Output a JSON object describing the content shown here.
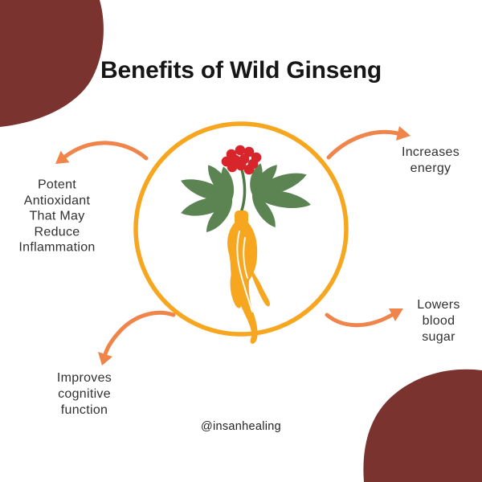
{
  "title": "Benefits of Wild Ginseng",
  "benefits": {
    "top_left": "Potent\nAntioxidant\nThat May\nReduce\nInflammation",
    "top_right": "Increases\nenergy",
    "bottom_right": "Lowers\nblood sugar",
    "bottom_left": "Improves\ncognitive\nfunction"
  },
  "footer": {
    "handle": "@insanhealing"
  },
  "illustration": {
    "subject": "wild-ginseng-plant",
    "elements": [
      "red-berry-cluster",
      "green-palmate-leaves",
      "orange-ginseng-root"
    ],
    "frame": "orange-circle-outline",
    "arrow_style": "hand-drawn-curved"
  },
  "colors": {
    "background": "#FFFFFF",
    "corner_blob": "#7A332E",
    "circle_ring": "#F6A61F",
    "root": "#F6A61F",
    "arrows": "#F0854C",
    "leaves": "#5C8453",
    "berries": "#D8252C",
    "title_text": "#161616",
    "body_text": "#303030"
  }
}
